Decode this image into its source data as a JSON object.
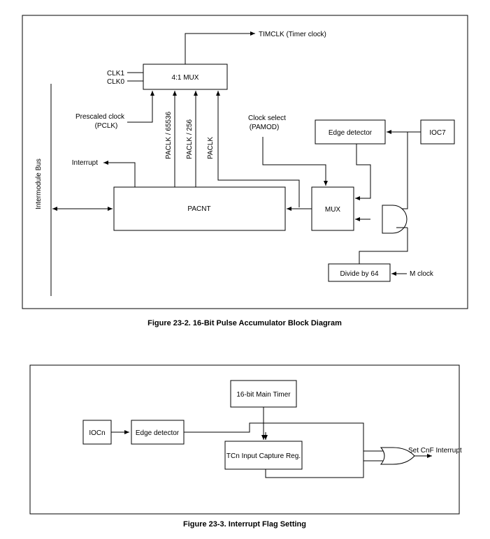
{
  "figure1": {
    "caption": "Figure 23-2. 16-Bit Pulse Accumulator Block Diagram",
    "labels": {
      "timclk": "TIMCLK (Timer clock)",
      "clk1": "CLK1",
      "clk0": "CLK0",
      "mux4": "4:1 MUX",
      "prescaled1": "Prescaled clock",
      "prescaled2": "(PCLK)",
      "paclk65536": "PACLK / 65536",
      "paclk256": "PACLK / 256",
      "paclk": "PACLK",
      "clocksel1": "Clock select",
      "clocksel2": "(PAMOD)",
      "edge": "Edge detector",
      "ioc7": "IOC7",
      "bus": "Intermodule Bus",
      "interrupt": "Interrupt",
      "pacnt": "PACNT",
      "mux": "MUX",
      "divide": "Divide by 64",
      "mclock": "M clock"
    }
  },
  "figure2": {
    "caption": "Figure 23-3. Interrupt Flag Setting",
    "labels": {
      "iocn": "IOCn",
      "edge": "Edge detector",
      "timer": "16-bit Main Timer",
      "capture": "TCn Input Capture Reg.",
      "setflag": "Set CnF Interrupt"
    }
  }
}
